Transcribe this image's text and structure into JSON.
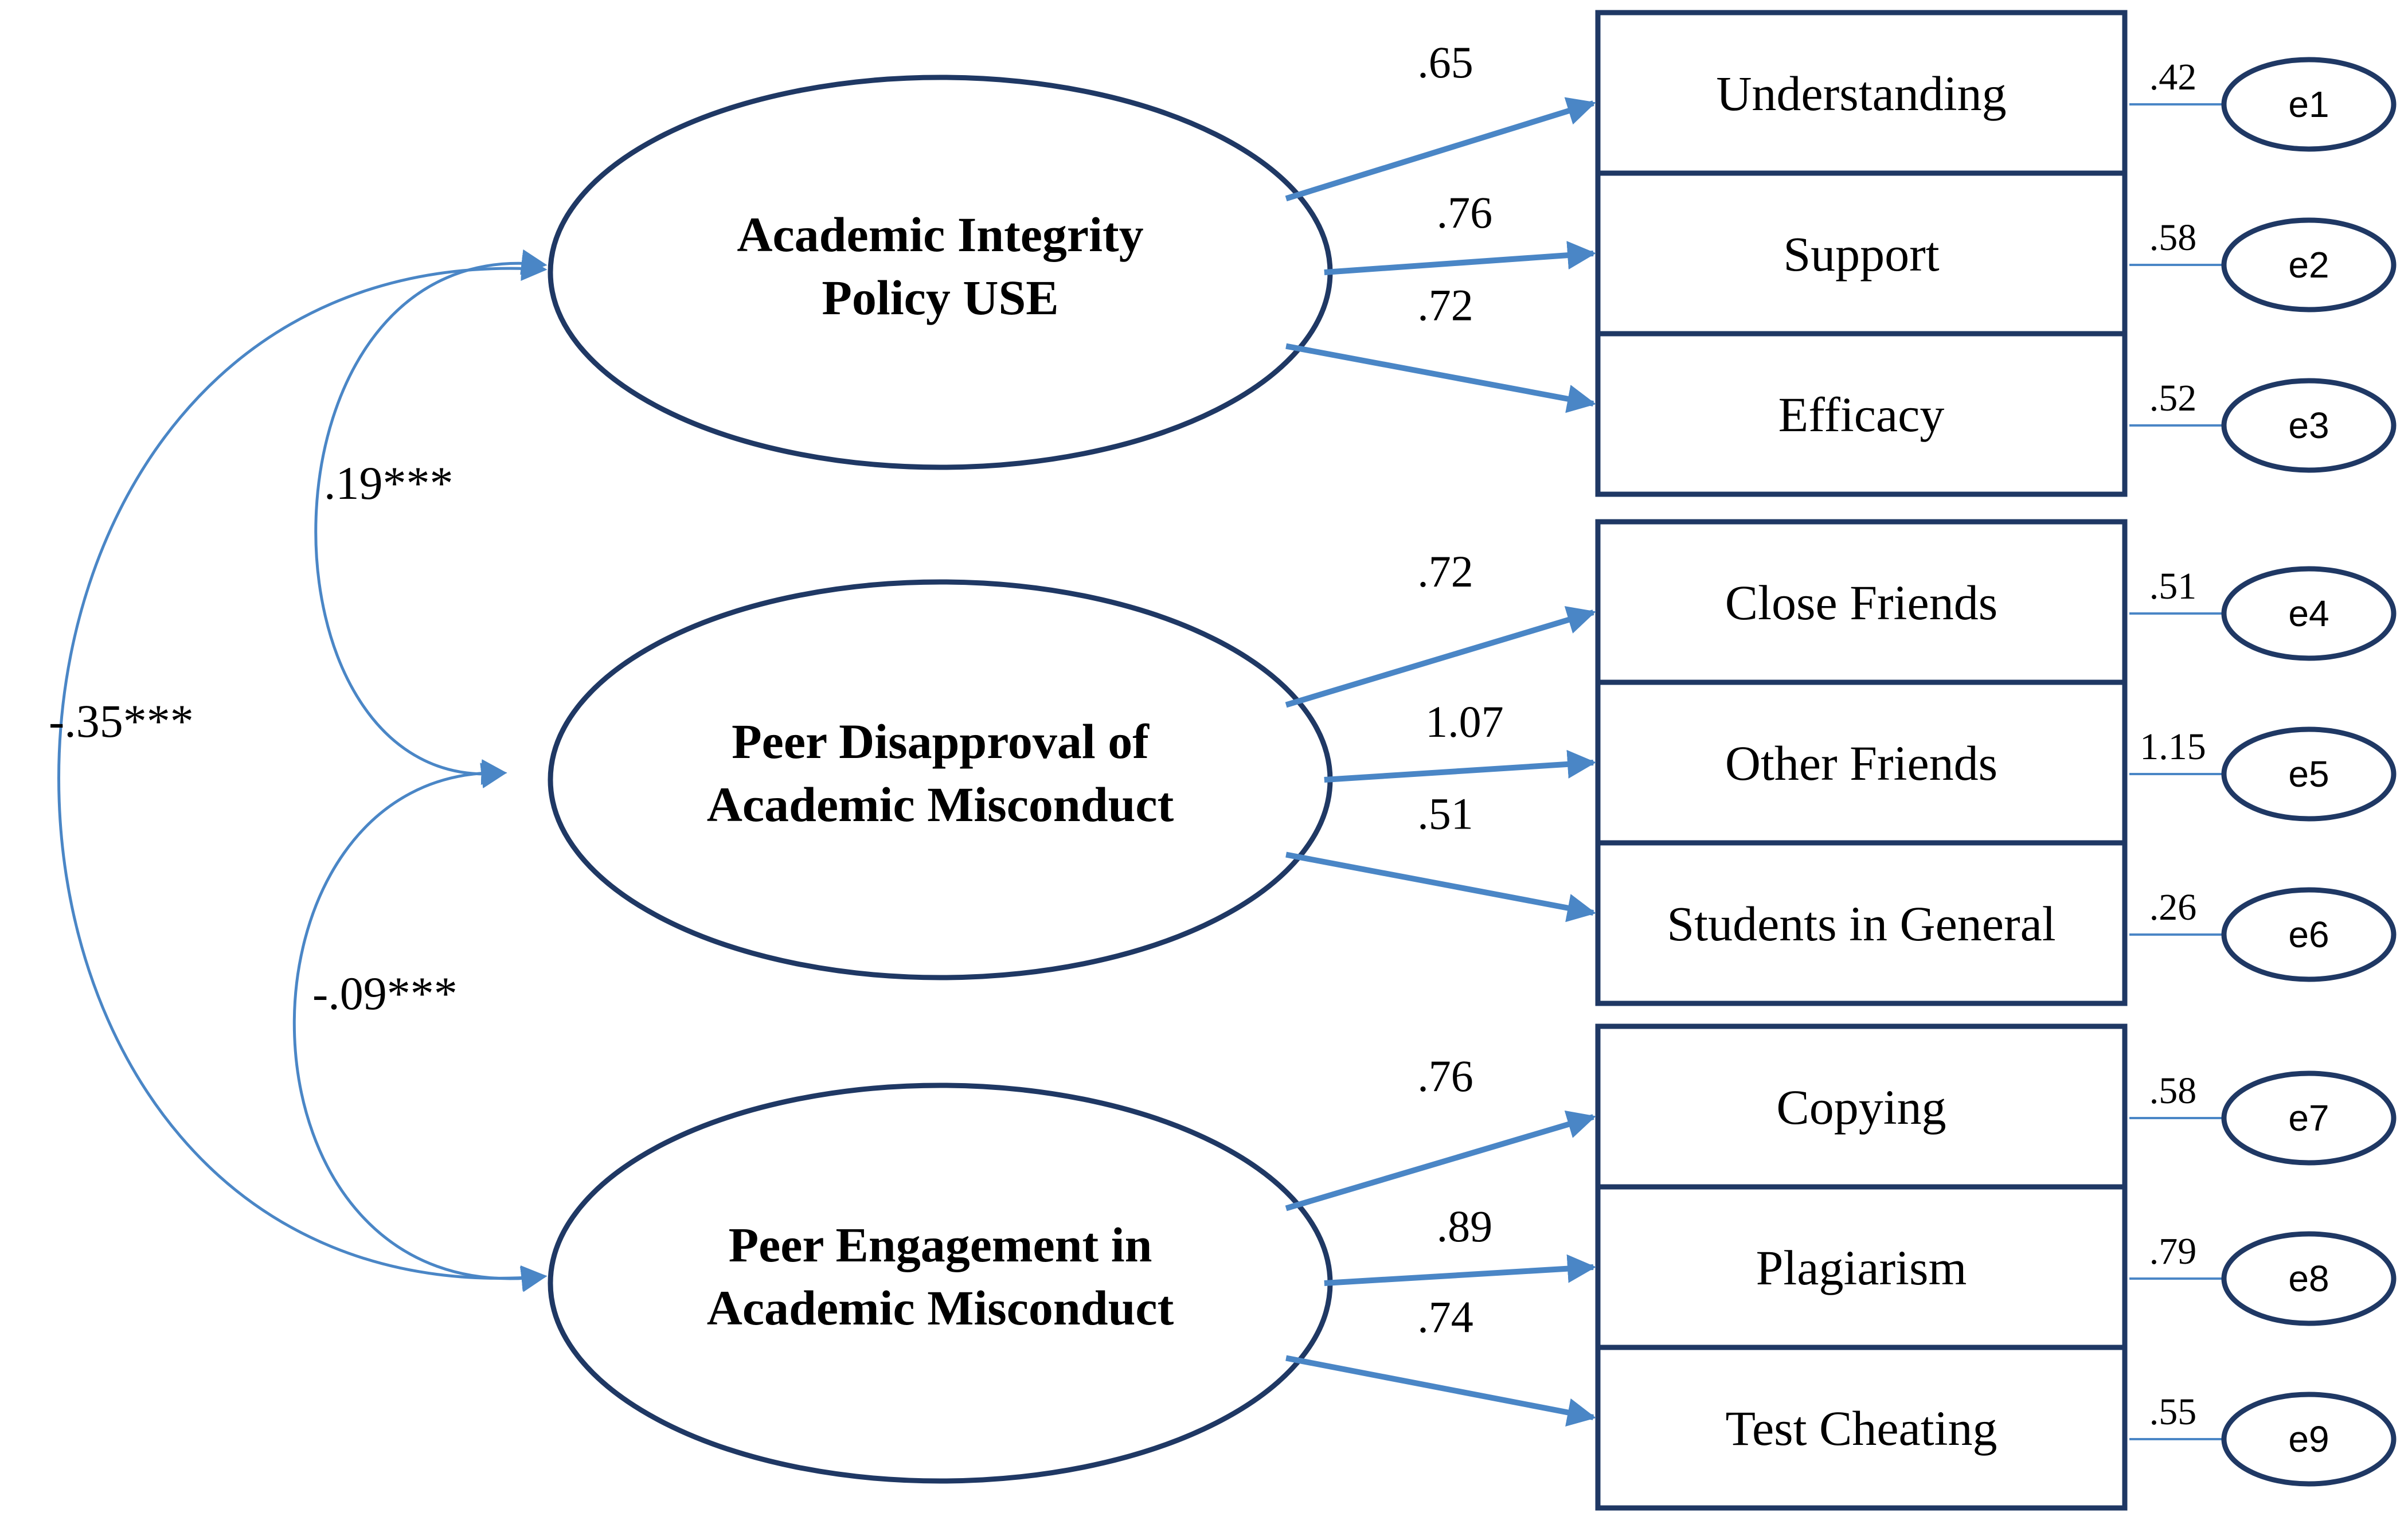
{
  "colors": {
    "shape_stroke": "#1f3864",
    "arrow": "#4a86c6",
    "text": "#000000",
    "background": "#ffffff"
  },
  "latents": [
    {
      "line1": "Academic Integrity",
      "line2": "Policy USE"
    },
    {
      "line1": "Peer Disapproval of",
      "line2": "Academic Misconduct"
    },
    {
      "line1": "Peer Engagement in",
      "line2": "Academic Misconduct"
    }
  ],
  "indicators": [
    {
      "label": "Understanding",
      "loading": ".65",
      "error_value": ".42",
      "error_label": "e1"
    },
    {
      "label": "Support",
      "loading": ".76",
      "error_value": ".58",
      "error_label": "e2"
    },
    {
      "label": "Efficacy",
      "loading": ".72",
      "error_value": ".52",
      "error_label": "e3"
    },
    {
      "label": "Close Friends",
      "loading": ".72",
      "error_value": ".51",
      "error_label": "e4"
    },
    {
      "label": "Other Friends",
      "loading": "1.07",
      "error_value": "1.15",
      "error_label": "e5"
    },
    {
      "label": "Students in General",
      "loading": ".51",
      "error_value": ".26",
      "error_label": "e6"
    },
    {
      "label": "Copying",
      "loading": ".76",
      "error_value": ".58",
      "error_label": "e7"
    },
    {
      "label": "Plagiarism",
      "loading": ".89",
      "error_value": ".79",
      "error_label": "e8"
    },
    {
      "label": "Test Cheating",
      "loading": ".74",
      "error_value": ".55",
      "error_label": "e9"
    }
  ],
  "correlations": [
    {
      "between": "Academic Integrity Policy USE / Peer Disapproval of Academic Misconduct",
      "value": ".19***"
    },
    {
      "between": "Peer Disapproval of Academic Misconduct / Peer Engagement in Academic Misconduct",
      "value": "-.09***"
    },
    {
      "between": "Academic Integrity Policy USE / Peer Engagement in Academic Misconduct",
      "value": "-.35***"
    }
  ]
}
